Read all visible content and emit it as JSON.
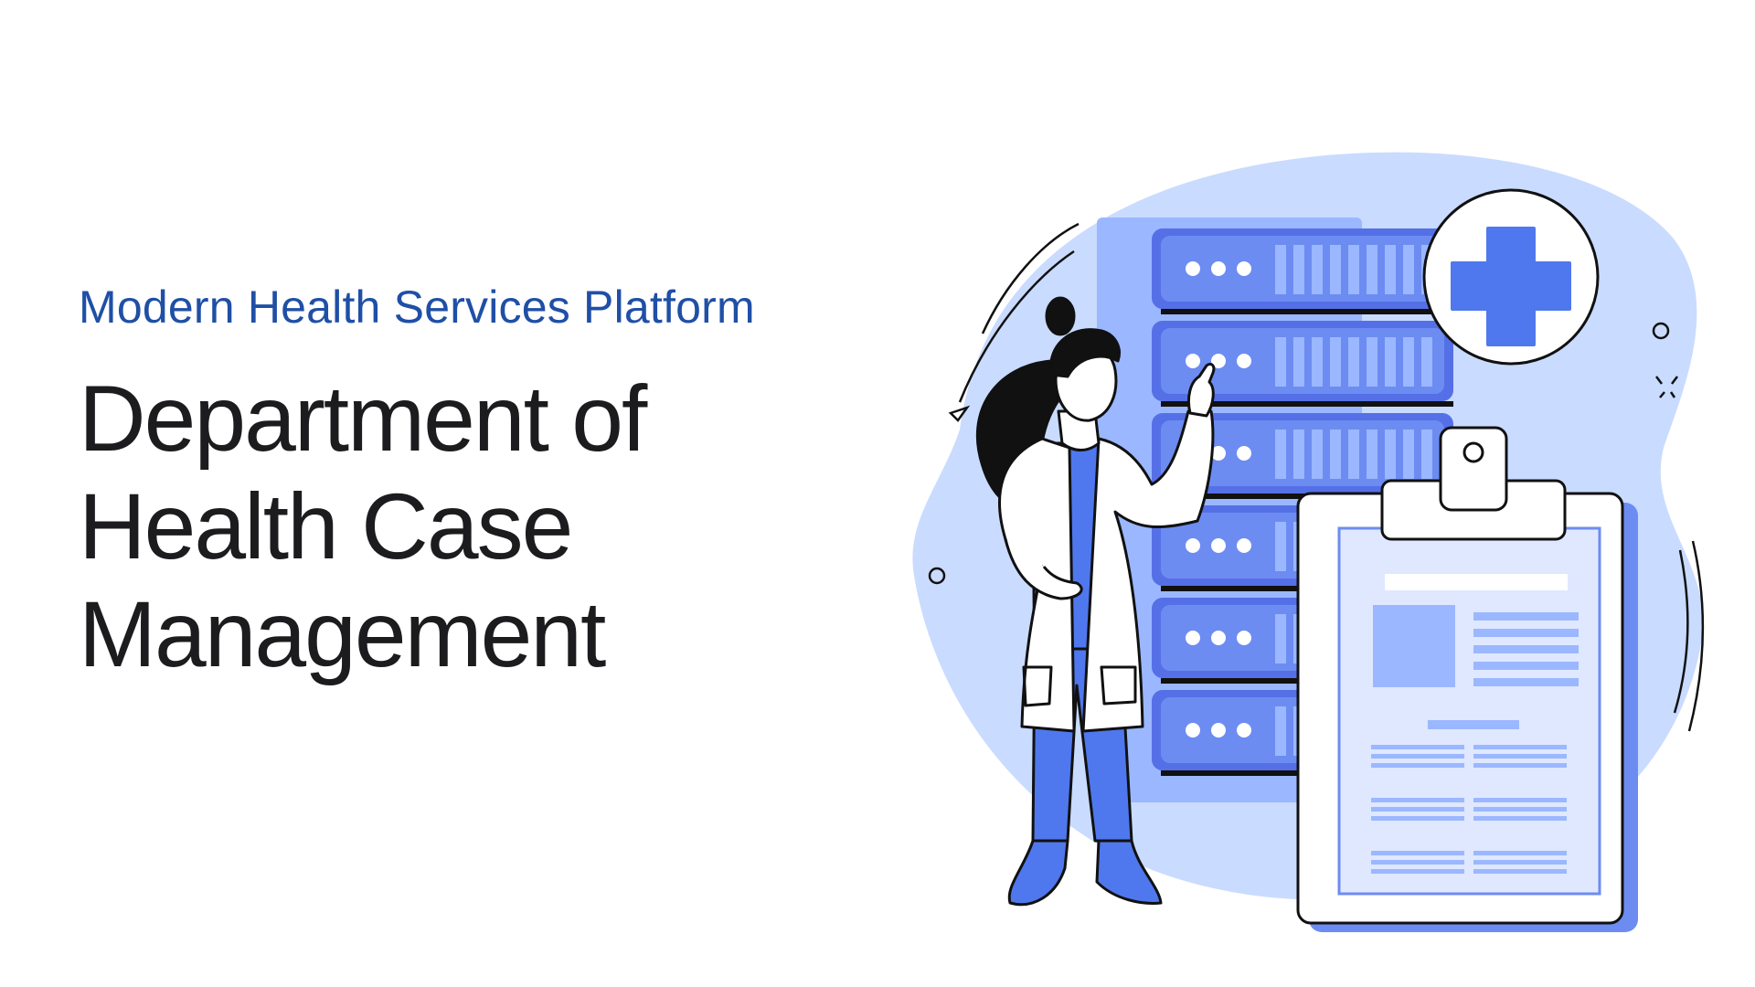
{
  "hero": {
    "subtitle": "Modern Health Services Platform",
    "title_lines": [
      "Department of",
      "Health Case",
      "Management"
    ]
  },
  "colors": {
    "subtitle": "#1f4fa6",
    "title": "#1c1c1f",
    "blob": "#c9dbff",
    "server_light": "#9bb7ff",
    "server_mid": "#6d8cf2",
    "server_dark": "#5570e6",
    "accent_blue": "#4f78ee",
    "outline": "#111111"
  },
  "illustration": {
    "icons": [
      "medical-cross-icon",
      "clipboard-icon",
      "server-rack-icon",
      "doctor-figure"
    ]
  }
}
